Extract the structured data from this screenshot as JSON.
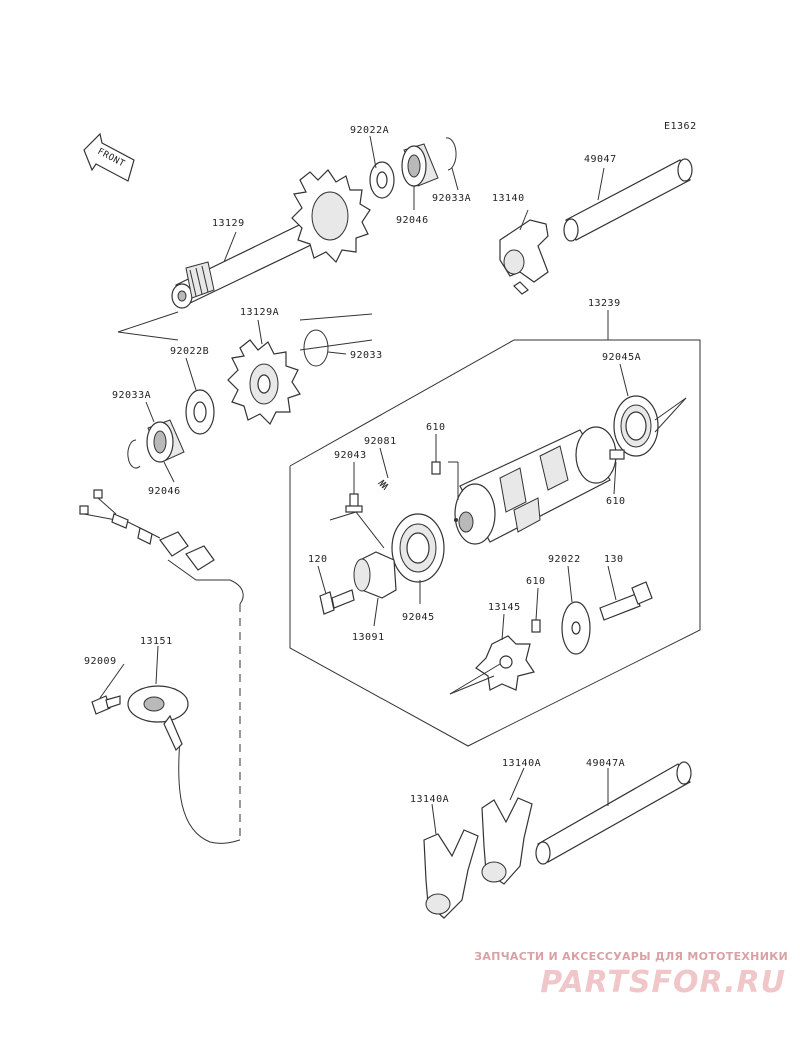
{
  "diagram": {
    "code": "E1362",
    "front_label": "FRONT",
    "part_labels": [
      {
        "id": "p92022A",
        "text": "92022A"
      },
      {
        "id": "p92046a",
        "text": "92046"
      },
      {
        "id": "p92033A",
        "text": "92033A"
      },
      {
        "id": "p13140",
        "text": "13140"
      },
      {
        "id": "p49047",
        "text": "49047"
      },
      {
        "id": "p13129",
        "text": "13129"
      },
      {
        "id": "p13129A",
        "text": "13129A"
      },
      {
        "id": "p92033",
        "text": "92033"
      },
      {
        "id": "p92022B",
        "text": "92022B"
      },
      {
        "id": "p92033Ab",
        "text": "92033A"
      },
      {
        "id": "p92046b",
        "text": "92046"
      },
      {
        "id": "p13239",
        "text": "13239"
      },
      {
        "id": "p92045A",
        "text": "92045A"
      },
      {
        "id": "p610a",
        "text": "610"
      },
      {
        "id": "p92081",
        "text": "92081"
      },
      {
        "id": "p92043",
        "text": "92043"
      },
      {
        "id": "p610b",
        "text": "610"
      },
      {
        "id": "p120",
        "text": "120"
      },
      {
        "id": "p92022",
        "text": "92022"
      },
      {
        "id": "p130",
        "text": "130"
      },
      {
        "id": "p610c",
        "text": "610"
      },
      {
        "id": "p13145",
        "text": "13145"
      },
      {
        "id": "p92045",
        "text": "92045"
      },
      {
        "id": "p13091",
        "text": "13091"
      },
      {
        "id": "p13151",
        "text": "13151"
      },
      {
        "id": "p92009",
        "text": "92009"
      },
      {
        "id": "p13140A",
        "text": "13140A"
      },
      {
        "id": "p49047A",
        "text": "49047A"
      },
      {
        "id": "p13140Ab",
        "text": "13140A"
      }
    ]
  },
  "watermark": {
    "tagline": "ЗАПЧАСТИ И АКСЕССУАРЫ ДЛЯ МОТОТЕХНИКИ",
    "logo": "PARTSFOR.RU",
    "color": "#e8a6ab"
  }
}
